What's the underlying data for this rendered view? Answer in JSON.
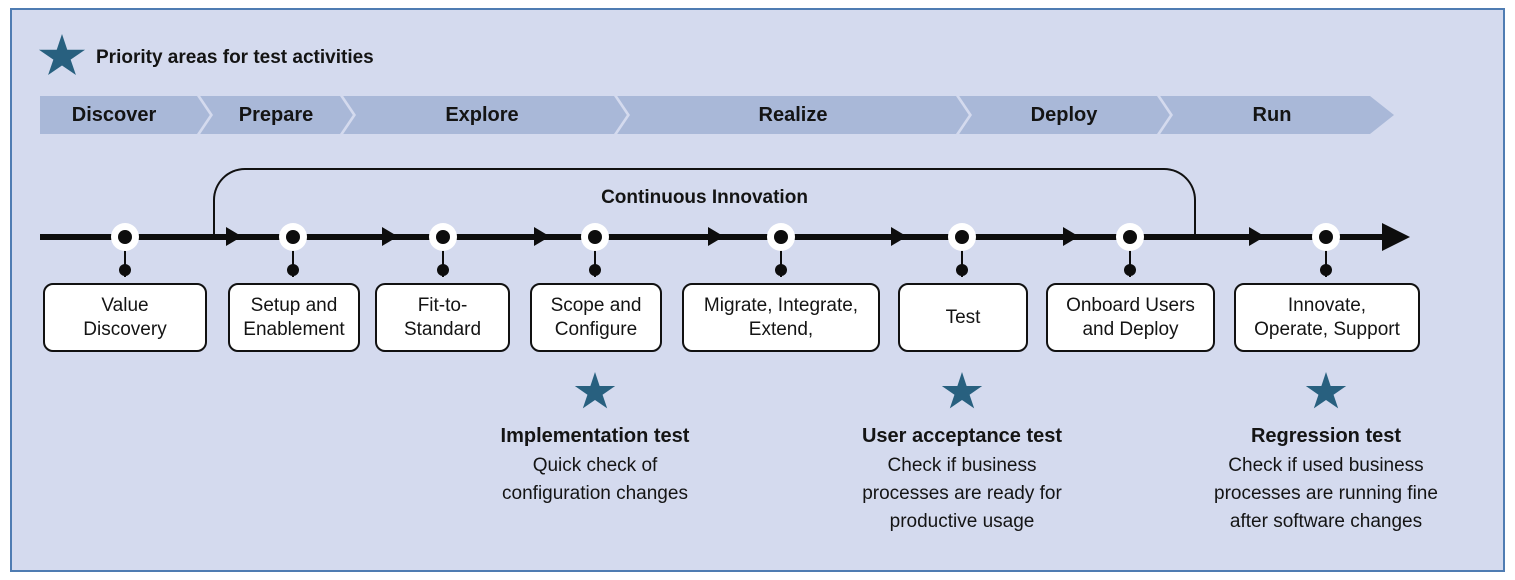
{
  "legend": {
    "label": "Priority areas for test activities"
  },
  "phase_bar": {
    "phases": [
      "Discover",
      "Prepare",
      "Explore",
      "Realize",
      "Deploy",
      "Run"
    ]
  },
  "timeline": {
    "loop_label": "Continuous Innovation"
  },
  "activities": [
    {
      "lines": [
        "Value",
        "Discovery"
      ]
    },
    {
      "lines": [
        "Setup and",
        "Enablement"
      ]
    },
    {
      "lines": [
        "Fit-to-",
        "Standard"
      ]
    },
    {
      "lines": [
        "Scope and",
        "Configure"
      ]
    },
    {
      "lines": [
        "Migrate, Integrate,",
        "Extend,"
      ]
    },
    {
      "lines": [
        "Test"
      ]
    },
    {
      "lines": [
        "Onboard Users",
        "and Deploy"
      ]
    },
    {
      "lines": [
        "Innovate,",
        "Operate, Support"
      ]
    }
  ],
  "tests": [
    {
      "title": "Implementation test",
      "lines": [
        "Quick check of",
        "configuration changes"
      ]
    },
    {
      "title": "User acceptance test",
      "lines": [
        "Check if business",
        "processes are ready for",
        "productive usage"
      ]
    },
    {
      "title": "Regression test",
      "lines": [
        "Check if used business",
        "processes are running fine",
        "after software changes"
      ]
    }
  ],
  "colors": {
    "panel_bg": "#d4daee",
    "panel_border": "#4f7cb2",
    "band": "#a9b8d8",
    "star": "#28607f",
    "ink": "#141414",
    "box_bg": "#ffffff"
  }
}
